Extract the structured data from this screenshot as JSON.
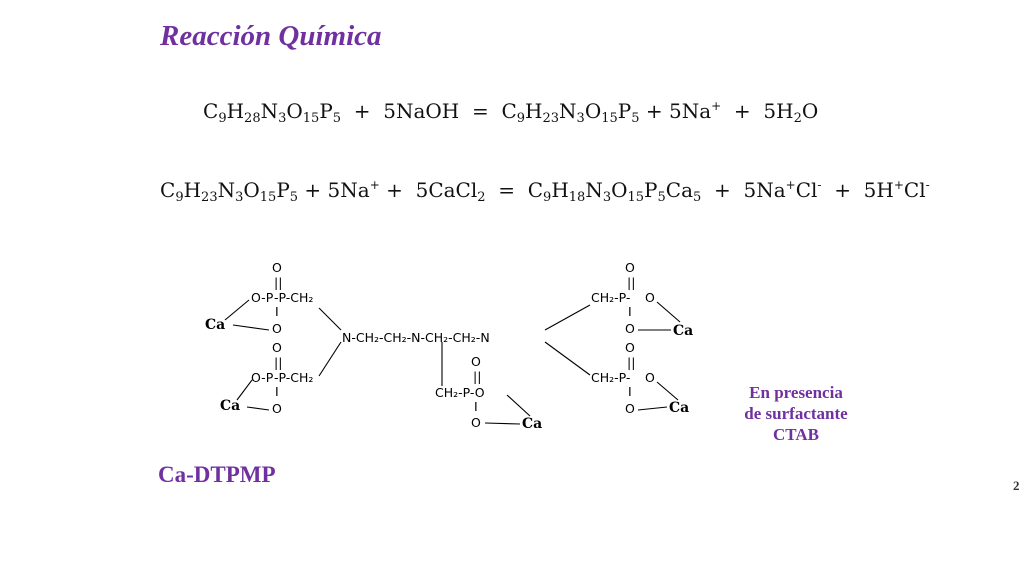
{
  "title": "Reacción Química",
  "colors": {
    "accent": "#7030a0",
    "text": "#111111"
  },
  "equation_1": [
    {
      "t": "C"
    },
    {
      "sub": "9"
    },
    {
      "t": "H"
    },
    {
      "sub": "28"
    },
    {
      "t": "N"
    },
    {
      "sub": "3"
    },
    {
      "t": "O"
    },
    {
      "sub": "15"
    },
    {
      "t": "P"
    },
    {
      "sub": "5"
    },
    {
      "t": "  +  5NaOH  =  C"
    },
    {
      "sub": "9"
    },
    {
      "t": "H"
    },
    {
      "sub": "23"
    },
    {
      "t": "N"
    },
    {
      "sub": "3"
    },
    {
      "t": "O"
    },
    {
      "sub": "15"
    },
    {
      "t": "P"
    },
    {
      "sub": "5"
    },
    {
      "t": " + 5Na"
    },
    {
      "sup": "+"
    },
    {
      "t": "  +  5H"
    },
    {
      "sub": "2"
    },
    {
      "t": "O"
    }
  ],
  "equation_2": [
    {
      "t": "C"
    },
    {
      "sub": "9"
    },
    {
      "t": "H"
    },
    {
      "sub": "23"
    },
    {
      "t": "N"
    },
    {
      "sub": "3"
    },
    {
      "t": "O"
    },
    {
      "sub": "15"
    },
    {
      "t": "P"
    },
    {
      "sub": "5"
    },
    {
      "t": " + 5Na"
    },
    {
      "sup": "+"
    },
    {
      "t": " +  5CaCl"
    },
    {
      "sub": "2"
    },
    {
      "t": "  =  C"
    },
    {
      "sub": "9"
    },
    {
      "t": "H"
    },
    {
      "sub": "18"
    },
    {
      "t": "N"
    },
    {
      "sub": "3"
    },
    {
      "t": "O"
    },
    {
      "sub": "15"
    },
    {
      "t": "P"
    },
    {
      "sub": "5"
    },
    {
      "t": "Ca"
    },
    {
      "sub": "5"
    },
    {
      "t": "  +  5Na"
    },
    {
      "sup": "+"
    },
    {
      "t": "Cl"
    },
    {
      "sup": "-"
    },
    {
      "t": "  +  5H"
    },
    {
      "sup": "+"
    },
    {
      "t": "Cl"
    },
    {
      "sup": "-"
    }
  ],
  "structure": {
    "O": "O",
    "P": "P",
    "Ca": "Ca",
    "N": "N",
    "dbl": "||",
    "sgl": "I",
    "dash": "-",
    "o_p": "O-P",
    "p_ch2": "-P-CH₂",
    "ch2_p": "CH₂-P-",
    "ch2_p_o": "CH₂-P-O",
    "backbone": "N-CH₂-CH₂-N-CH₂-CH₂-N"
  },
  "note": [
    "En presencia",
    "de surfactante",
    "CTAB"
  ],
  "compound_name": "Ca-DTPMP",
  "page_number": "2"
}
